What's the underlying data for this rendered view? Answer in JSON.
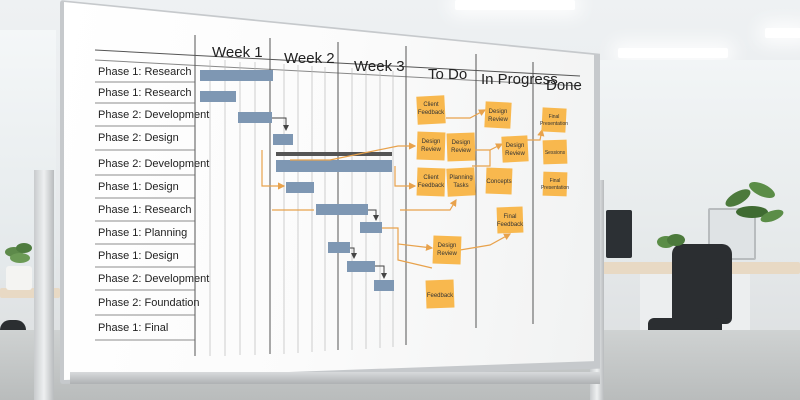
{
  "whiteboard": {
    "week_columns": [
      "Week 1",
      "Week 2",
      "Week 3"
    ],
    "kanban_columns": [
      "To Do",
      "In Progress",
      "Done"
    ],
    "phases": [
      "Phase 1: Research",
      "Phase 1: Research",
      "Phase 2: Development",
      "Phase 2: Design",
      "Phase 2: Development",
      "Phase 1: Design",
      "Phase 1: Research",
      "Phase 1: Planning",
      "Phase 1: Design",
      "Phase 2: Development",
      "Phase 2: Foundation",
      "Phase 1: Final"
    ],
    "todo_notes": [
      [
        "Client",
        "Feedback"
      ],
      [
        "Design",
        "Review"
      ],
      [
        "Design",
        "Review"
      ],
      [
        "Client",
        "Feedback"
      ],
      [
        "Planning",
        "Tasks"
      ],
      [
        "Design",
        "Review"
      ],
      [
        "Feedback"
      ]
    ],
    "inprogress_notes": [
      [
        "Design",
        "Review"
      ],
      [
        "Design",
        "Review"
      ],
      [
        "Concepts"
      ],
      [
        "Final",
        "Feedback"
      ]
    ],
    "done_notes": [
      [
        "Final",
        "Presentation"
      ],
      [
        "Sessions"
      ],
      [
        "Final",
        "Presentation"
      ]
    ]
  },
  "colors": {
    "gantt_bar": "#7e97b3",
    "sticky_note": "#f8b84e",
    "arrow": "#e8a24c",
    "grid_line": "#555555"
  }
}
